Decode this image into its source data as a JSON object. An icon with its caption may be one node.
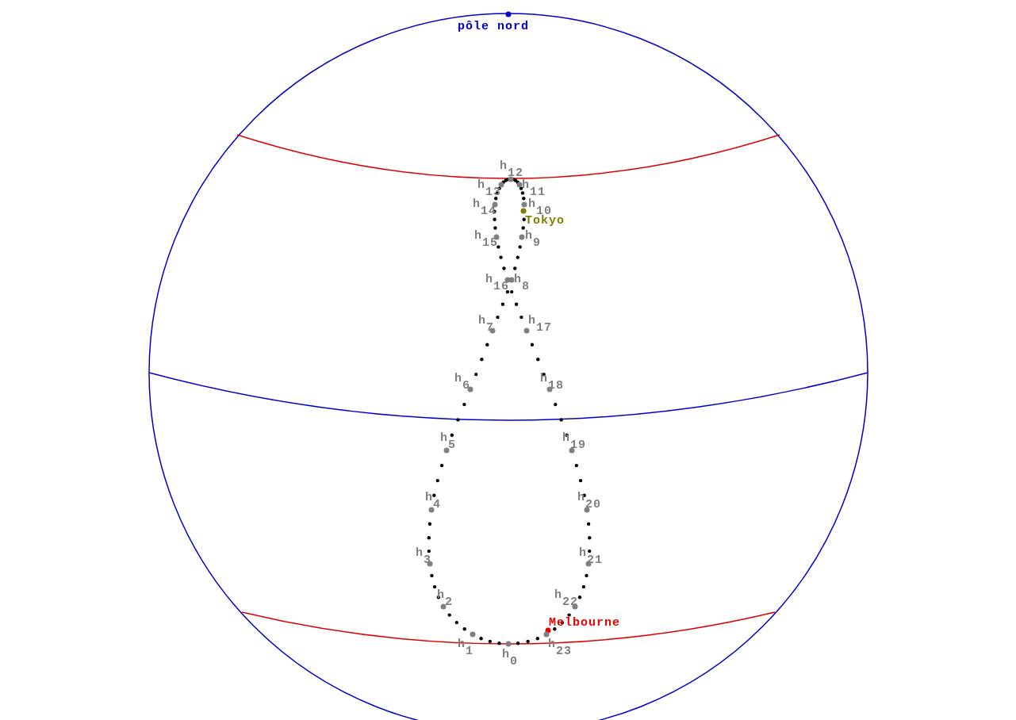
{
  "diagram": {
    "labels": [
      "pôle nord",
      "Tokyo",
      "Melbourne",
      "h$_{0}$",
      "h$_{1}$",
      "h$_{2}$",
      "h$_{3}$",
      "h$_{4}$",
      "h$_{5}$",
      "h$_{6}$",
      "h$_{7}$",
      "h$_{8}$",
      "h$_{9}$",
      "h$_{10}$",
      "h$_{11}$",
      "h$_{12}$",
      "h$_{13}$",
      "h$_{14}$",
      "h$_{15}$",
      "h$_{16}$",
      "h$_{17}$",
      "h$_{18}$",
      "h$_{19}$",
      "h$_{20}$",
      "h$_{21}$",
      "h$_{22}$",
      "h$_{23}$"
    ]
  }
}
